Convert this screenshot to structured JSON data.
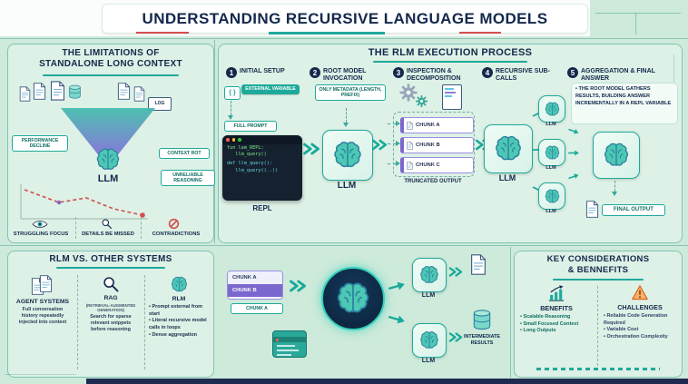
{
  "title": "UNDERSTANDING RECURSIVE LANGUAGE MODELS",
  "colors": {
    "background": "#cdeada",
    "accent_teal": "#1fa99a",
    "navy": "#14284c",
    "purple": "#7b68ce",
    "alert_red": "#d24e4e"
  },
  "icons": {
    "llm": "brain",
    "files": "document",
    "storage": "database-cylinder",
    "processing": "gear",
    "retrieval": "magnifier",
    "risk": "warning-triangle",
    "growth": "bar-chart-up",
    "attention": "eye"
  },
  "limitations": {
    "title": "THE LIMITATIONS OF\nSTANDALONE LONG CONTEXT",
    "log_tag": "LOG",
    "llm": "LLM",
    "performance_decline": "PERFORMANCE DECLINE",
    "context_rot": "CONTEXT ROT",
    "unreliable_reasoning": "UNRELIABLE REASONING",
    "struggling_focus": "STRUGGLING FOCUS",
    "details_missed": "DETAILS BE MISSED",
    "contradictions": "CONTRADICTIONS"
  },
  "process": {
    "title": "THE RLM EXECUTION PROCESS",
    "steps": [
      {
        "num": "1",
        "title": "INITIAL SETUP",
        "braces": "{ }",
        "external_variable": "EXTERNAL VARIABLE",
        "full_prompt": "FULL PROMPT",
        "code_top": "fun lam_REPL:\n   llm_query()",
        "code_bottom": "def llm_query():\n   llm_query((..))",
        "repl": "REPL"
      },
      {
        "num": "2",
        "title": "ROOT MODEL INVOCATION",
        "note": "ONLY METADATA (LENGTH, PREFIX)",
        "llm": "LLM"
      },
      {
        "num": "3",
        "title": "INSPECTION & DECOMPOSITION",
        "chunks": [
          "CHUNK A",
          "CHUNK B",
          "CHUNK C"
        ],
        "caption": "TRUNCATED OUTPUT"
      },
      {
        "num": "4",
        "title": "RECURSIVE SUB-CALLS",
        "llm": "LLM",
        "sub_llms": [
          "LLM",
          "LLM",
          "LLM"
        ]
      },
      {
        "num": "5",
        "title": "AGGREGATION & FINAL ANSWER",
        "note": "• THE ROOT MODEL GATHERS RESULTS, BUILDING ANSWER INCREMENTALLY IN A REPL VARIABLE",
        "final_output": "FINAL OUTPUT"
      }
    ]
  },
  "comparison": {
    "title": "RLM VS. OTHER SYSTEMS",
    "columns": [
      {
        "name": "AGENT SYSTEMS",
        "desc": "Full conversation history repeatedly injected into context"
      },
      {
        "name": "RAG",
        "sub": "(RETRIEVAL-AUGMENTED GENERATION)",
        "desc": "Search for sparse relevant snippets before reasoning"
      },
      {
        "name": "RLM",
        "bullets": "• Prompt external from start\n• Literal recursive model calls in loops\n• Dense aggregation"
      }
    ]
  },
  "flow": {
    "chunk_rows": [
      "CHUNK A",
      "CHUNK B"
    ],
    "chunk_caption": "CHUNK A",
    "llm_top": "LLM",
    "llm_bottom": "LLM",
    "intermediate": "INTERMEDIATE RESULTS"
  },
  "considerations": {
    "title": "KEY CONSIDERATIONS\n& BENNEFITS",
    "benefits_title": "BENEFITS",
    "benefits": "• Scalable Reasoning\n• Small Focused Context\n• Long Outputs",
    "challenges_title": "CHALLENGES",
    "challenges": "• Reliable Code Generation Required\n• Variable Cost\n• Orchestration Complexity"
  }
}
